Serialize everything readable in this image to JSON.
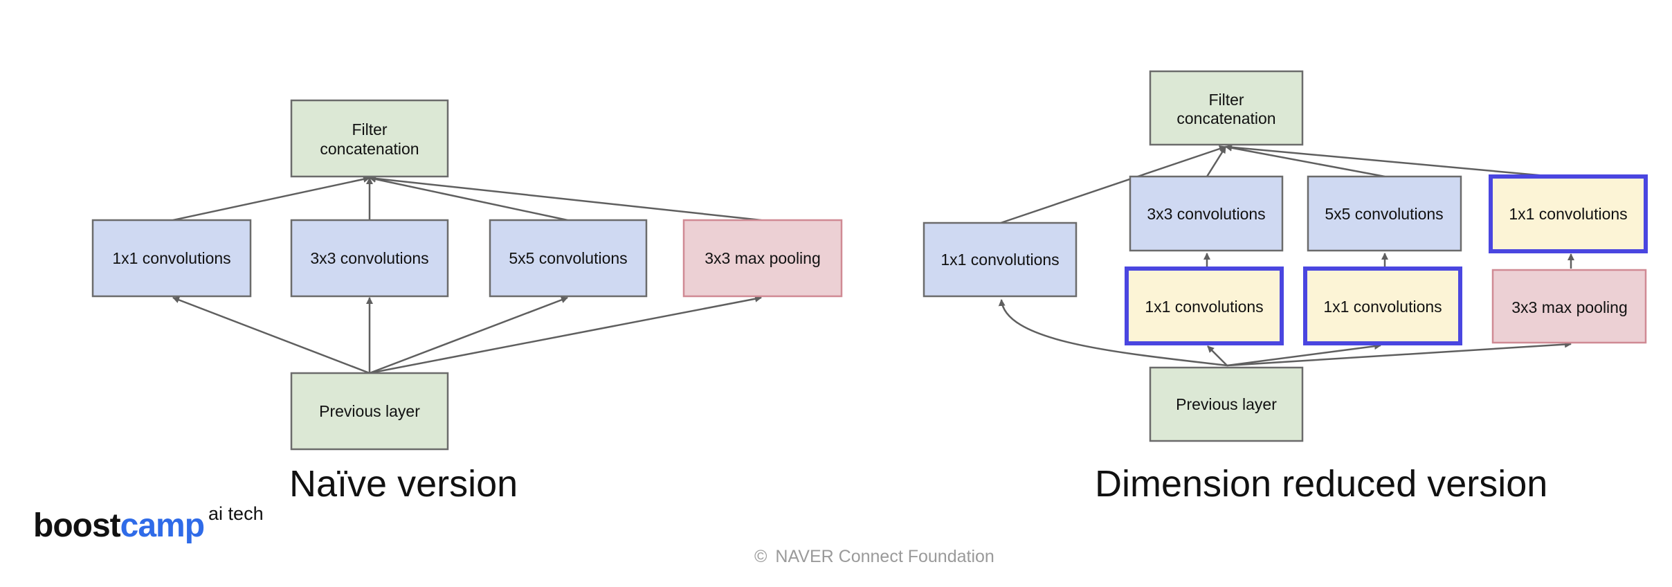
{
  "naive": {
    "caption": "Naïve version",
    "filter": [
      "Filter",
      "concatenation"
    ],
    "conv1x1": "1x1 convolutions",
    "conv3x3": "3x3 convolutions",
    "conv5x5": "5x5 convolutions",
    "maxpool": "3x3 max pooling",
    "previous": "Previous layer"
  },
  "reduced": {
    "caption": "Dimension reduced version",
    "filter": [
      "Filter",
      "concatenation"
    ],
    "conv1x1_direct": "1x1 convolutions",
    "conv3x3": "3x3 convolutions",
    "conv5x5": "5x5 convolutions",
    "conv1x1_after_pool": "1x1 convolutions",
    "reduce_before_3x3": "1x1 convolutions",
    "reduce_before_5x5": "1x1 convolutions",
    "maxpool": "3x3 max pooling",
    "previous": "Previous layer"
  },
  "brand": {
    "part1": "boost",
    "part2": "camp",
    "superscript": "ai tech"
  },
  "footer": {
    "symbol": "©",
    "text": "NAVER Connect Foundation"
  },
  "colors": {
    "green_box": "#dce8d5",
    "blue_box": "#cfd9f2",
    "pink_box": "#ecd0d4",
    "yellow_box": "#fcf4d6",
    "highlight_border": "#4a46e0",
    "arrow": "#5f5f5f",
    "brand_blue": "#2f6be8"
  }
}
